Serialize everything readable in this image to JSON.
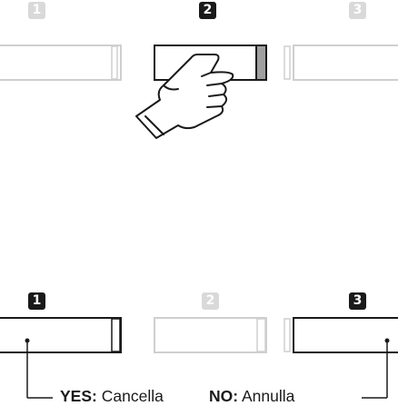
{
  "top_row": {
    "badges": [
      "1",
      "2",
      "3"
    ],
    "active": "2"
  },
  "bottom_row": {
    "badges": [
      "1",
      "2",
      "3"
    ],
    "active": [
      "1",
      "3"
    ]
  },
  "labels": {
    "yes_key": "YES:",
    "yes_action": "Cancella",
    "no_key": "NO:",
    "no_action": "Annulla"
  },
  "colors": {
    "active": "#1a1a1a",
    "inactive": "#d9d9d9",
    "inactive_stroke": "#cfcfcf"
  }
}
